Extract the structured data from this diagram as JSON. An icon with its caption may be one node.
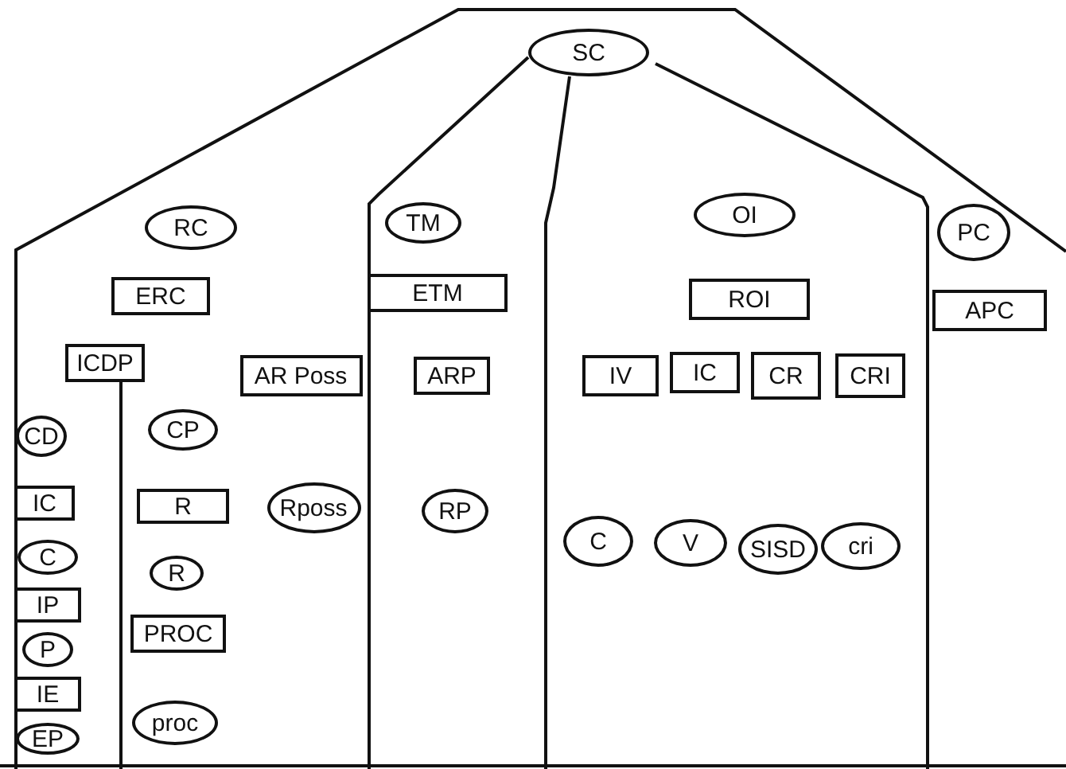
{
  "diagram": {
    "nodes": [
      {
        "text": [
          "SC"
        ]
      },
      {
        "text": [
          "RC"
        ]
      },
      {
        "text": [
          "ERC"
        ]
      },
      {
        "text": [
          "ICDP"
        ]
      },
      {
        "text": [
          "AR Poss"
        ]
      },
      {
        "text": [
          "CD"
        ]
      },
      {
        "text": [
          "CP"
        ]
      },
      {
        "text": [
          "IC"
        ]
      },
      {
        "text": [
          "R"
        ]
      },
      {
        "text": [
          "Rposs"
        ]
      },
      {
        "text": [
          "C"
        ]
      },
      {
        "text": [
          "R"
        ]
      },
      {
        "text": [
          "IP"
        ]
      },
      {
        "text": [
          "PROC"
        ]
      },
      {
        "text": [
          "P"
        ]
      },
      {
        "text": [
          "IE"
        ]
      },
      {
        "text": [
          "proc"
        ]
      },
      {
        "text": [
          "EP"
        ]
      },
      {
        "text": [
          "TM"
        ]
      },
      {
        "text": [
          "ETM"
        ]
      },
      {
        "text": [
          "ARP"
        ]
      },
      {
        "text": [
          "RP"
        ]
      },
      {
        "text": [
          "OI"
        ]
      },
      {
        "text": [
          "ROI"
        ]
      },
      {
        "text": [
          "IV"
        ]
      },
      {
        "text": [
          "IC"
        ]
      },
      {
        "text": [
          "CR"
        ]
      },
      {
        "text": [
          "CRI"
        ]
      },
      {
        "text": [
          "C"
        ]
      },
      {
        "text": [
          "V"
        ]
      },
      {
        "text": [
          "SISD"
        ]
      },
      {
        "text": [
          "cri"
        ]
      },
      {
        "text": [
          "PC"
        ]
      },
      {
        "text": [
          "APC"
        ]
      }
    ]
  }
}
